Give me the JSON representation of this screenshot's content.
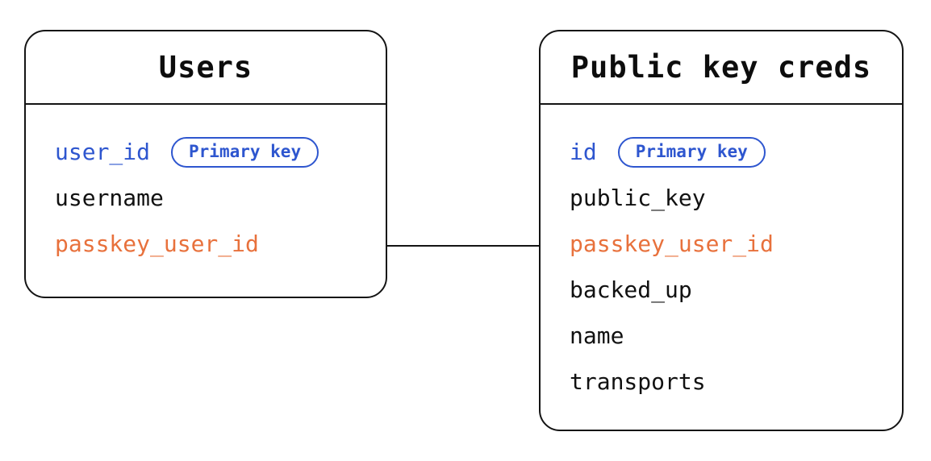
{
  "diagram": {
    "type": "database-schema",
    "colors": {
      "primary_key_blue": "#2e56cf",
      "foreign_key_orange": "#e8713c",
      "line_black": "#141414",
      "background": "#ffffff"
    },
    "relation": {
      "from_table": "Users",
      "from_field": "passkey_user_id",
      "to_table": "Public key creds",
      "to_field": "passkey_user_id"
    },
    "tables": [
      {
        "title": "Users",
        "fields": [
          {
            "name": "user_id",
            "badge": "Primary key"
          },
          {
            "name": "username"
          },
          {
            "name": "passkey_user_id"
          }
        ]
      },
      {
        "title": "Public key creds",
        "fields": [
          {
            "name": "id",
            "badge": "Primary key"
          },
          {
            "name": "public_key"
          },
          {
            "name": "passkey_user_id"
          },
          {
            "name": "backed_up"
          },
          {
            "name": "name"
          },
          {
            "name": "transports"
          }
        ]
      }
    ]
  }
}
